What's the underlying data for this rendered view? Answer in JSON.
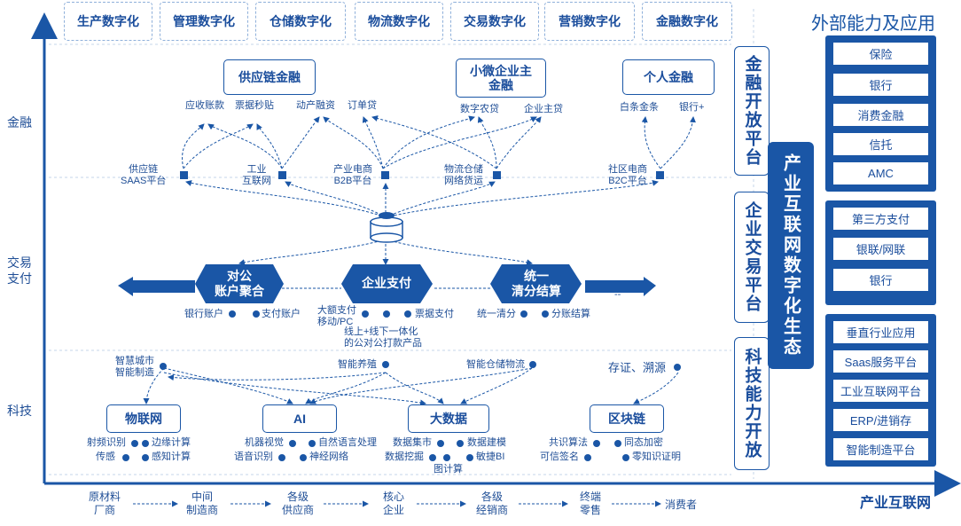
{
  "top_sectors": [
    "生产数字化",
    "管理数字化",
    "仓储数字化",
    "物流数字化",
    "交易数字化",
    "营销数字化",
    "金融数字化"
  ],
  "y_axis": {
    "finance": "金融",
    "trade": "交易\n支付",
    "tech": "科技"
  },
  "x_axis": {
    "title": "产业互联网",
    "chain": [
      "原材料\n厂商",
      "中间\n制造商",
      "各级\n供应商",
      "核心\n企业",
      "各级\n经销商",
      "终端\n零售",
      "消费者"
    ]
  },
  "finance": {
    "boxes": [
      "供应链金融",
      "小微企业主\n金融",
      "个人金融"
    ],
    "products": [
      "应收账款",
      "票据秒贴",
      "动产融资",
      "订单贷",
      "数字农贷",
      "企业主贷",
      "白条金条",
      "银行+"
    ],
    "platforms": [
      "供应链\nSAAS平台",
      "工业\n互联网",
      "产业电商\nB2B平台",
      "物流仓储\n网络货运",
      "社区电商\nB2C平台"
    ]
  },
  "trade": {
    "hexes": [
      "对公\n账户聚合",
      "企业支付",
      "统一\n清分结算"
    ],
    "left_items": [
      "银行账户",
      "支付账户"
    ],
    "mid_items": [
      "大额支付\n移动/PC",
      "票据支付",
      "线上+线下一体化\n的公对公打款产品"
    ],
    "right_items": [
      "统一清分",
      "分账结算"
    ],
    "dash": "--"
  },
  "tech": {
    "apps": [
      "智慧城市\n智能制造",
      "智能养殖",
      "智能仓储物流",
      "存证、溯源"
    ],
    "boxes": [
      "物联网",
      "AI",
      "大数据",
      "区块链"
    ],
    "iot": [
      "射频识别",
      "边缘计算",
      "传感",
      "感知计算"
    ],
    "ai": [
      "机器视觉",
      "自然语言处理",
      "语音识别",
      "神经网络"
    ],
    "bigdata": [
      "数据集市",
      "数据建模",
      "数据挖掘",
      "敏捷BI",
      "图计算"
    ],
    "blockchain": [
      "共识算法",
      "同态加密",
      "可信签名",
      "零知识证明"
    ]
  },
  "platforms_vertical": [
    "金融开放平台",
    "企业交易平台",
    "科技能力开放"
  ],
  "ecosystem": "产业互联网数字化生态",
  "external": {
    "title": "外部能力及应用",
    "groups": [
      [
        "保险",
        "银行",
        "消费金融",
        "信托",
        "AMC"
      ],
      [
        "第三方支付",
        "银联/网联",
        "银行"
      ],
      [
        "垂直行业应用",
        "Saas服务平台",
        "工业互联网平台",
        "ERP/进销存",
        "智能制造平台"
      ]
    ]
  },
  "colors": {
    "primary": "#1a56a6",
    "text": "#1f4e96",
    "dashed": "#8fb0da"
  }
}
